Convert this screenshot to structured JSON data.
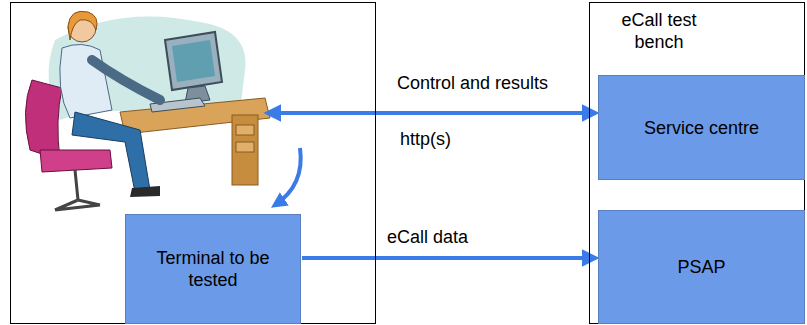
{
  "diagram": {
    "nodes": [
      {
        "text": []
      },
      {
        "text": [
          "Terminal to be tested"
        ],
        "in": 0
      },
      {
        "text": [
          "eCall test bench"
        ]
      },
      {
        "text": [
          "Service centre"
        ],
        "in": 2
      },
      {
        "text": [
          "PSAP"
        ],
        "in": 2
      }
    ],
    "edges": [
      {
        "from": 0,
        "to": 3,
        "label": "Control and results",
        "arrow": "both"
      },
      {
        "from": 1,
        "to": 4,
        "label": "eCall data",
        "arrow": "to"
      }
    ],
    "labels": [
      "http(s)"
    ]
  }
}
